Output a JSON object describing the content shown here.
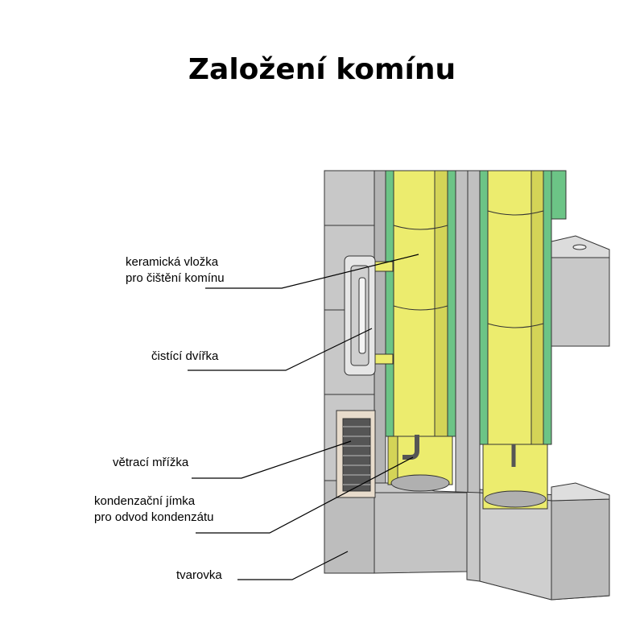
{
  "title": "Založení komínu",
  "labels": {
    "ceramic_liner": [
      "keramická vložka",
      "pro čištění komínu"
    ],
    "cleaning_door": "čistící dvířka",
    "vent_grille": "větrací mřížka",
    "condensate_sump": [
      "kondenzační jímka",
      "pro odvod kondenzátu"
    ],
    "chimney_block": "tvarovka"
  },
  "colors": {
    "block_gray": "#c8c8c8",
    "block_dark": "#a8a8a8",
    "liner_yellow": "#ecec6e",
    "liner_shadow": "#c9c94a",
    "insulation_green": "#6cc486",
    "outline": "#333333"
  }
}
